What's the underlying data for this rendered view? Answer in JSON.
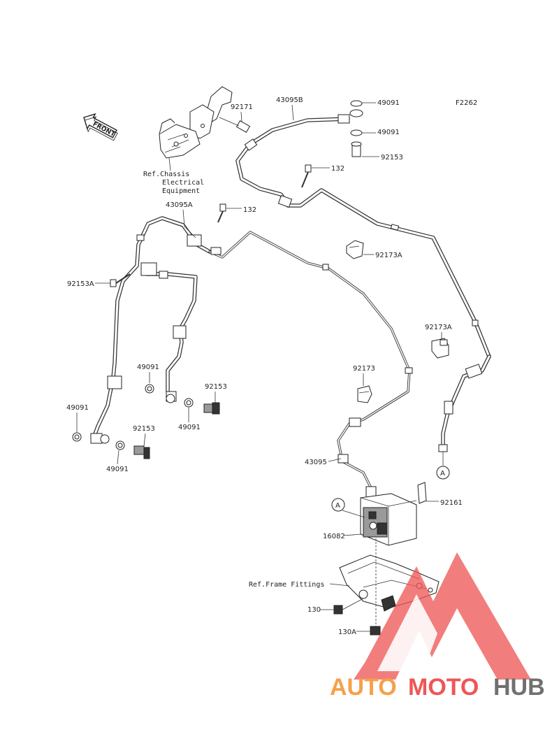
{
  "figure_id": "F2262",
  "front_label": "FRONT",
  "refs": {
    "chassis_line1": "Ref.Chassis",
    "chassis_line2": "Electrical",
    "chassis_line3": "Equipment",
    "frame_fittings": "Ref.Frame Fittings"
  },
  "callouts": {
    "c49091_a": "49091",
    "c49091_b": "49091",
    "c49091_c": "49091",
    "c49091_d": "49091",
    "c49091_e": "49091",
    "c49091_f": "49091",
    "c43095B": "43095B",
    "c43095A": "43095A",
    "c43095": "43095",
    "c92171": "92171",
    "c92153_a": "92153",
    "c92153_b": "92153",
    "c92153_c": "92153",
    "c92153A": "92153A",
    "c132_a": "132",
    "c132_b": "132",
    "c92173A_a": "92173A",
    "c92173A_b": "92173A",
    "c92173": "92173",
    "c92161": "92161",
    "c16082": "16082",
    "c130": "130",
    "c130A": "130A"
  },
  "connectors": {
    "a_upper": "A",
    "a_lower": "A"
  },
  "watermark": {
    "brand_part1": "AUTO",
    "brand_part2": "MOTO",
    "brand_part3": "HUB",
    "color_orange": "#f6a04a",
    "color_red": "#ef5656",
    "color_grey": "#707070"
  }
}
